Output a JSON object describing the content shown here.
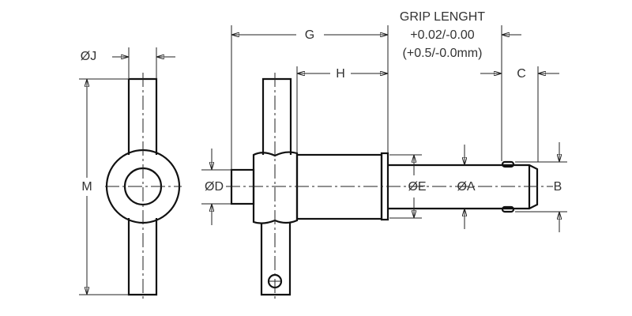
{
  "labels": {
    "grip_title": "GRIP LENGHT",
    "grip_tol_in": "+0.02/-0.00",
    "grip_tol_mm": "(+0.5/-0.0mm)",
    "g": "G",
    "h": "H",
    "c": "C",
    "b": "B",
    "m": "M",
    "dia_j": "ØJ",
    "dia_d": "ØD",
    "dia_e": "ØE",
    "dia_a": "ØA"
  },
  "colors": {
    "line": "#111111",
    "text": "#333333",
    "background": "#ffffff"
  }
}
